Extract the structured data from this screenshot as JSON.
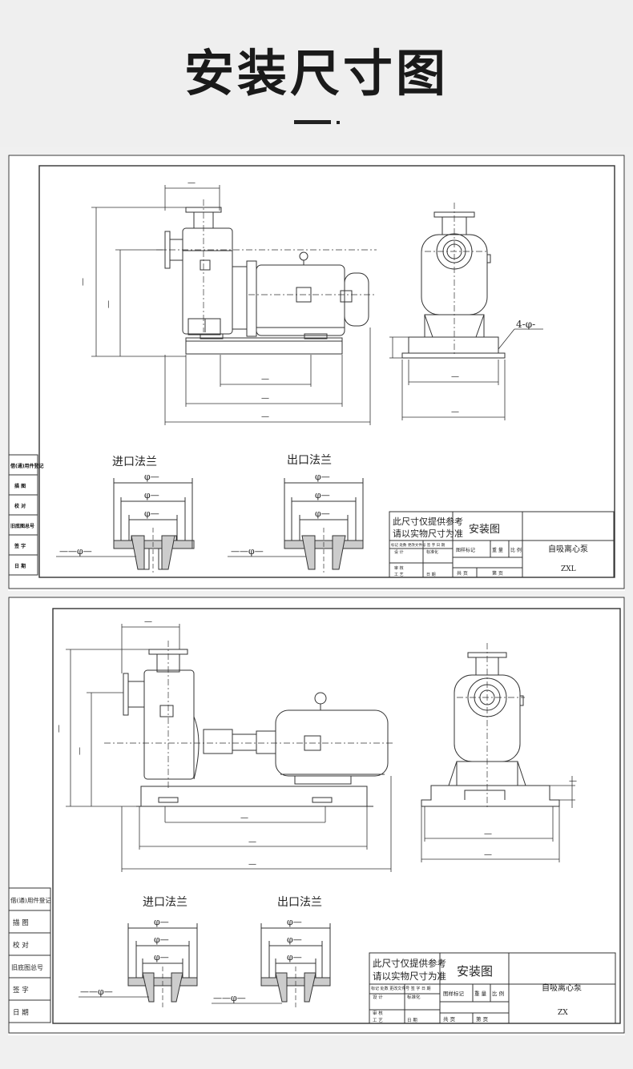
{
  "header": {
    "title": "安装尺寸图"
  },
  "drawings": [
    {
      "id": "zxl",
      "inlet_label": "进口法兰",
      "outlet_label": "出口法兰",
      "bolt_note": "4-φ-",
      "dim_phi": "φ—",
      "dim_dash": "—",
      "dim_pipe": "——φ—",
      "side_cells": [
        "借(通)用件登记",
        "描 图",
        "校 对",
        "旧底图总号",
        "签 字",
        "日 期"
      ],
      "title_block": {
        "note_line1": "此尺寸仅提供参考",
        "note_line2": "请以实物尺寸为准",
        "drawing_name": "安装图",
        "product_name": "自吸离心泵",
        "code": "ZXL",
        "stage_mark": "图样标记",
        "weight": "重 量",
        "scale": "比 例",
        "total_sheets": "共 页",
        "sheet_no": "第 页",
        "design": "设 计",
        "standardize": "标准化",
        "review": "审 核",
        "process": "工 艺",
        "date": "日 期",
        "mark_row": "标记 处数 更改文件号 签 字 日 期"
      }
    },
    {
      "id": "zx",
      "inlet_label": "进口法兰",
      "outlet_label": "出口法兰",
      "dim_phi": "φ—",
      "dim_dash": "—",
      "dim_pipe": "——φ—",
      "side_cells": [
        "借(通)用件登记",
        "描 图",
        "校 对",
        "旧底图总号",
        "签 字",
        "日 期"
      ],
      "title_block": {
        "note_line1": "此尺寸仅提供参考",
        "note_line2": "请以实物尺寸为准",
        "drawing_name": "安装图",
        "product_name": "自吸离心泵",
        "code": "ZX",
        "stage_mark": "图样标记",
        "weight": "重 量",
        "scale": "比 例",
        "total_sheets": "共 页",
        "sheet_no": "第 页",
        "design": "设 计",
        "standardize": "标准化",
        "review": "审 核",
        "process": "工 艺",
        "date": "日 期",
        "mark_row": "标记 处数 更改文件号 签 字 日 期"
      }
    }
  ]
}
